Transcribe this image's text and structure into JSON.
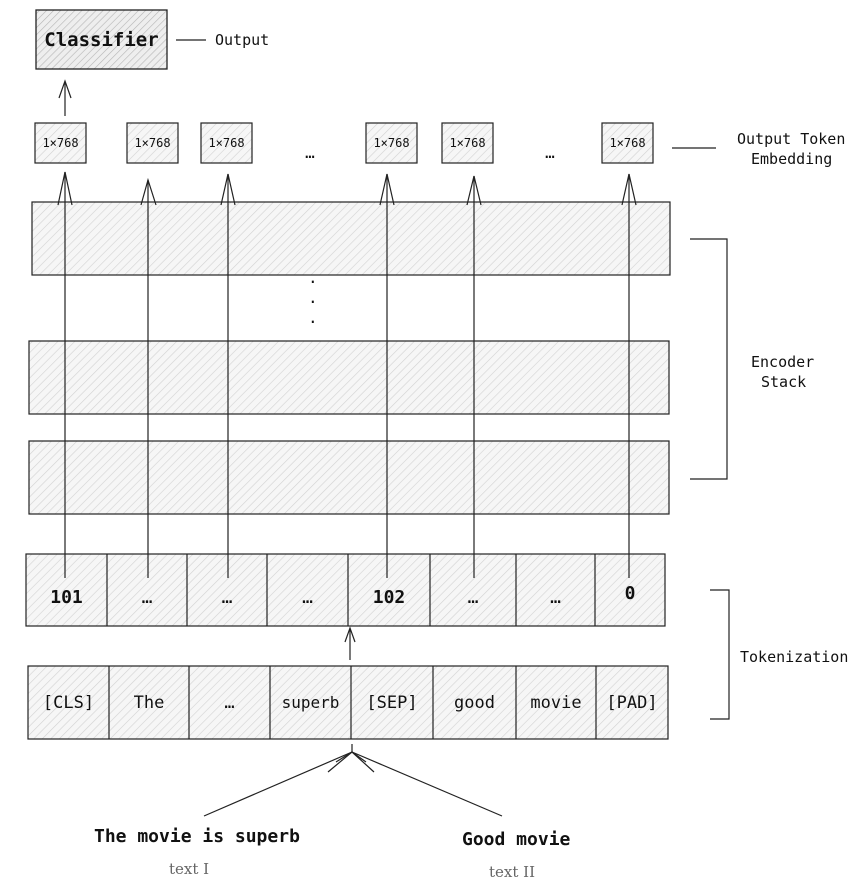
{
  "classifier": {
    "label": "Classifier",
    "output_label": "Output"
  },
  "embeddings": {
    "items": [
      "1×768",
      "1×768",
      "1×768",
      "…",
      "1×768",
      "1×768",
      "…",
      "1×768"
    ],
    "label": [
      "Output Token",
      "Embedding"
    ]
  },
  "encoder": {
    "dots": ".",
    "label": [
      "Encoder",
      "Stack"
    ]
  },
  "tokens": {
    "ids": [
      "101",
      "…",
      "…",
      "…",
      "102",
      "…",
      "…",
      "0"
    ],
    "words": [
      "[CLS]",
      "The",
      "…",
      "superb",
      "[SEP]",
      "good",
      "movie",
      "[PAD]"
    ],
    "label": "Tokenization"
  },
  "inputs": {
    "text_one": "The movie is superb",
    "text_one_caption": "text I",
    "text_two": "Good movie",
    "text_two_caption": "text II"
  }
}
